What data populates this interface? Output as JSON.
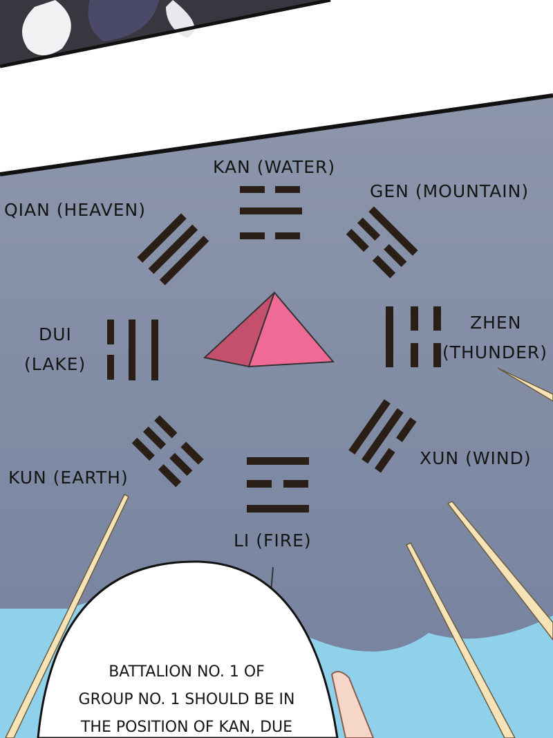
{
  "trigrams": [
    {
      "name": "KAN (WATER)"
    },
    {
      "name": "GEN (MOUNTAIN)"
    },
    {
      "name": "ZHEN",
      "sub": "(THUNDER)"
    },
    {
      "name": "XUN (WIND)"
    },
    {
      "name": "LI (FIRE)"
    },
    {
      "name": "KUN (EARTH)"
    },
    {
      "name": "DUI",
      "sub": "(LAKE)"
    },
    {
      "name": "QIAN (HEAVEN)"
    }
  ],
  "speech_bubble": {
    "lines": [
      "BATTALION NO. 1 OF",
      "GROUP NO. 1 SHOULD BE IN",
      "THE POSITION OF KAN, DUE"
    ]
  },
  "colors": {
    "panel": "#858ea4",
    "sky": "#8fd0ea",
    "pyramid": "#f06a96"
  }
}
